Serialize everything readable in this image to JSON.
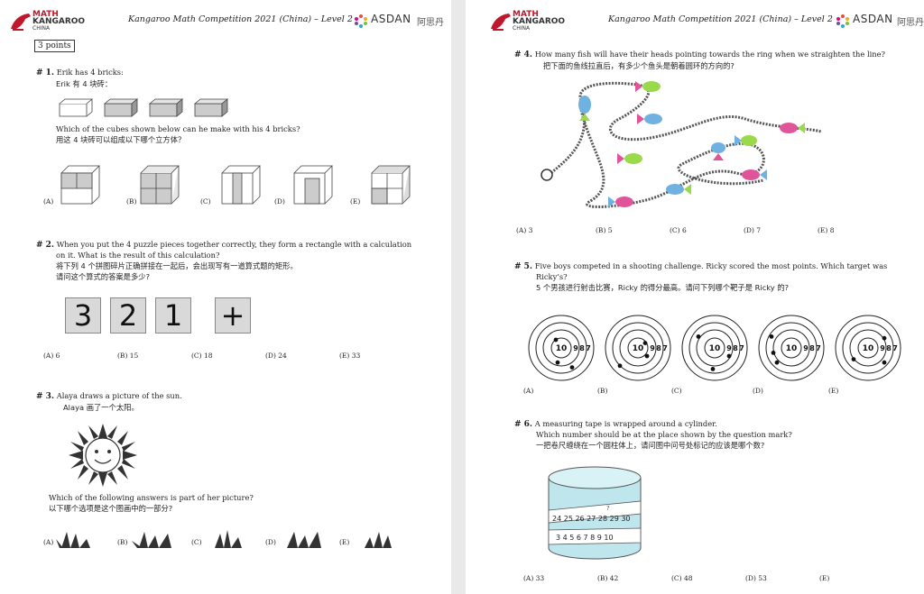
{
  "header": {
    "logo_line1": "MATH",
    "logo_line2": "KANGAROO",
    "logo_line3": "CHINA",
    "title": "Kangaroo Math Competition 2021 (China) – Level 2",
    "asdan": "ASDAN",
    "asdan_cn": "阿思丹"
  },
  "section": {
    "label": "3 points"
  },
  "q1": {
    "num": "# 1.",
    "text_en": "Erik has 4 bricks:",
    "text_cn": "Erik 有 4 块砖：",
    "text2_en": "Which of the cubes shown below can he make with his 4 bricks?",
    "text2_cn": "用这 4 块砖可以组成以下哪个立方体？",
    "options": [
      "(A)",
      "(B)",
      "(C)",
      "(D)",
      "(E)"
    ]
  },
  "q2": {
    "num": "# 2.",
    "text_en1": "When you put the 4 puzzle pieces together correctly, they form a rectangle with a calculation",
    "text_en2": "on it. What is the result of this calculation?",
    "text_cn1": "将下列 4 个拼图碎片正确拼接在一起后，会出现写有一道算式题的矩形。",
    "text_cn2": "请问这个算式的答案是多少?",
    "tiles": [
      "3",
      "2",
      "1",
      "+"
    ],
    "options": [
      "(A) 6",
      "(B) 15",
      "(C) 18",
      "(D) 24",
      "(E) 33"
    ]
  },
  "q3": {
    "num": "# 3.",
    "text_en": "Alaya draws a picture of the sun.",
    "text_cn": "Alaya 画了一个太阳。",
    "text2_en": "Which of the following answers is part of her picture?",
    "text2_cn": "以下哪个选项是这个图画中的一部分?",
    "options": [
      "(A)",
      "(B)",
      "(C)",
      "(D)",
      "(E)"
    ]
  },
  "q4": {
    "num": "# 4.",
    "text_en": "How many fish will have their heads pointing towards the ring when we straighten the line?",
    "text_cn": "把下面的鱼线拉直后，有多少个鱼头是朝着圆环的方向的?",
    "options": [
      "(A) 3",
      "(B) 5",
      "(C) 6",
      "(D) 7",
      "(E) 8"
    ]
  },
  "q5": {
    "num": "# 5.",
    "text_en1": "Five boys competed in a shooting challenge. Ricky scored the most points. Which target was",
    "text_en2": "Ricky’s?",
    "text_cn": "5 个男孩进行射击比赛，Ricky 的得分最高。请问下列哪个靶子是 Ricky 的?",
    "target_labels": [
      "10",
      "9",
      "8",
      "7"
    ],
    "options": [
      "(A)",
      "(B)",
      "(C)",
      "(D)",
      "(E)"
    ]
  },
  "q6": {
    "num": "# 6.",
    "text_en1": "A measuring tape is wrapped around a cylinder.",
    "text_en2": "Which number should be at the place shown by the question mark?",
    "text_cn": "一把卷尺缠绕在一个圆柱体上，请问图中问号处标记的应该是哪个数?",
    "tape_top": "24 25 26 27 28 29 30",
    "tape_bottom": "3 4 5 6 7 8 9 10",
    "mark": "?",
    "options": [
      "(A) 33",
      "(B) 42",
      "(C) 48",
      "(D) 53",
      "(E)"
    ]
  }
}
